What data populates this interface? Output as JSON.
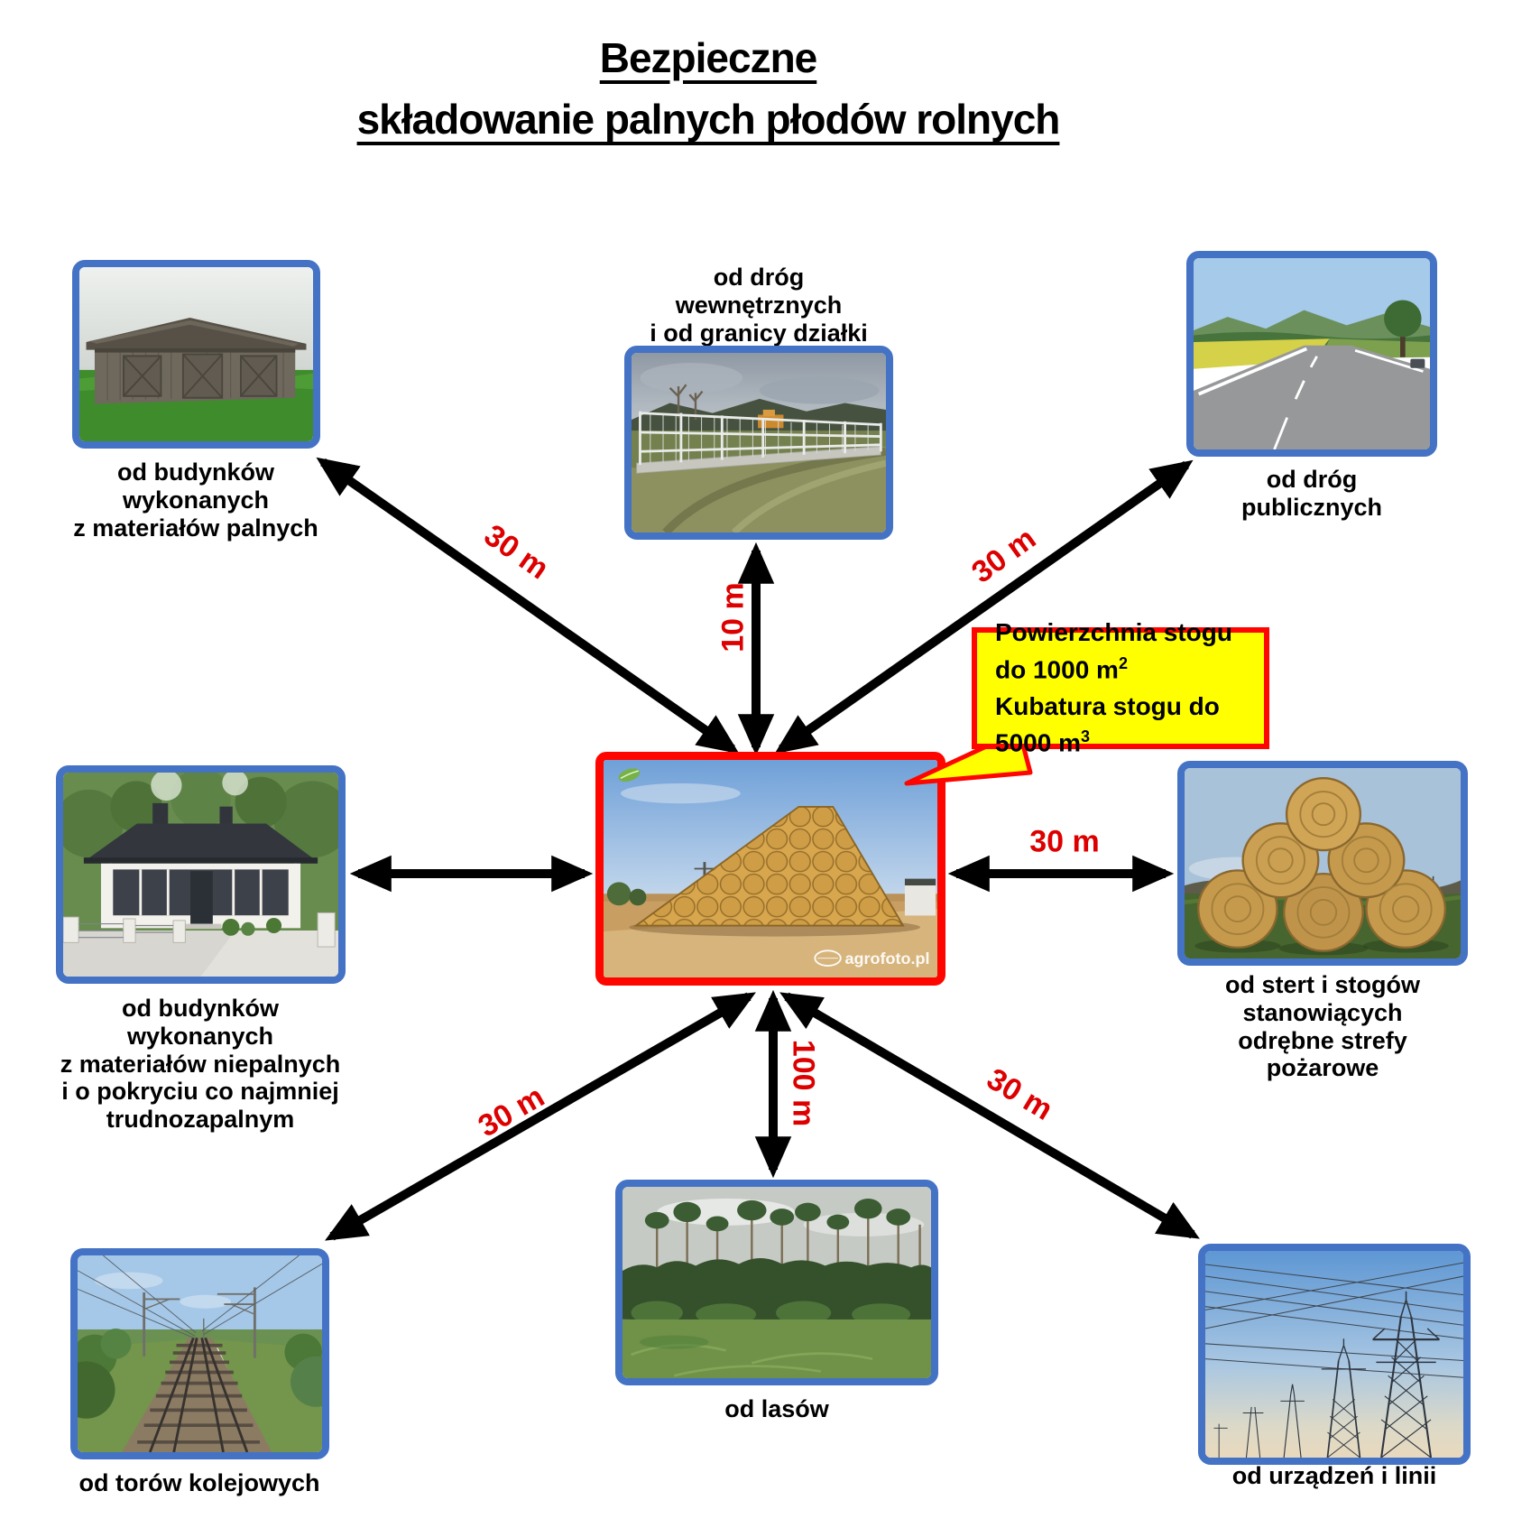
{
  "title": {
    "line1": "Bezpieczne",
    "line2": "składowanie palnych płodów rolnych"
  },
  "nodes": {
    "barn": {
      "caption": "od budynków\nwykonanych\nz materiałów palnych",
      "distance": "30 m"
    },
    "fence": {
      "caption": "od dróg\nwewnętrznych\ni od granicy działki",
      "distance": "10 m"
    },
    "road": {
      "caption": "od dróg\npublicznych",
      "distance": "30 m"
    },
    "house": {
      "caption": "od budynków\nwykonanych\nz materiałów niepalnych\ni o pokryciu co najmniej\ntrudnozapalnym"
    },
    "bales": {
      "caption": "od stert i stogów\nstanowiących\nodrębne strefy\npożarowe",
      "distance": "30 m"
    },
    "railway": {
      "caption": "od torów kolejowych",
      "distance": "30 m"
    },
    "forest": {
      "caption": "od lasów",
      "distance": "100 m"
    },
    "power": {
      "caption": "od urządzeń i linii",
      "distance": "30 m"
    }
  },
  "center": {
    "watermark": "agrofoto.pl",
    "callout": {
      "line1_text": "Powierzchnia stogu do 1000 m",
      "line1_sup": "2",
      "line2_text": "Kubatura stogu do 5000 m",
      "line2_sup": "3"
    }
  },
  "colors": {
    "frame_blue": "#4472C4",
    "frame_red": "#FE0500",
    "distance_red": "#DD0000",
    "callout_yellow": "#FFFF00",
    "arrow_black": "#000000"
  }
}
